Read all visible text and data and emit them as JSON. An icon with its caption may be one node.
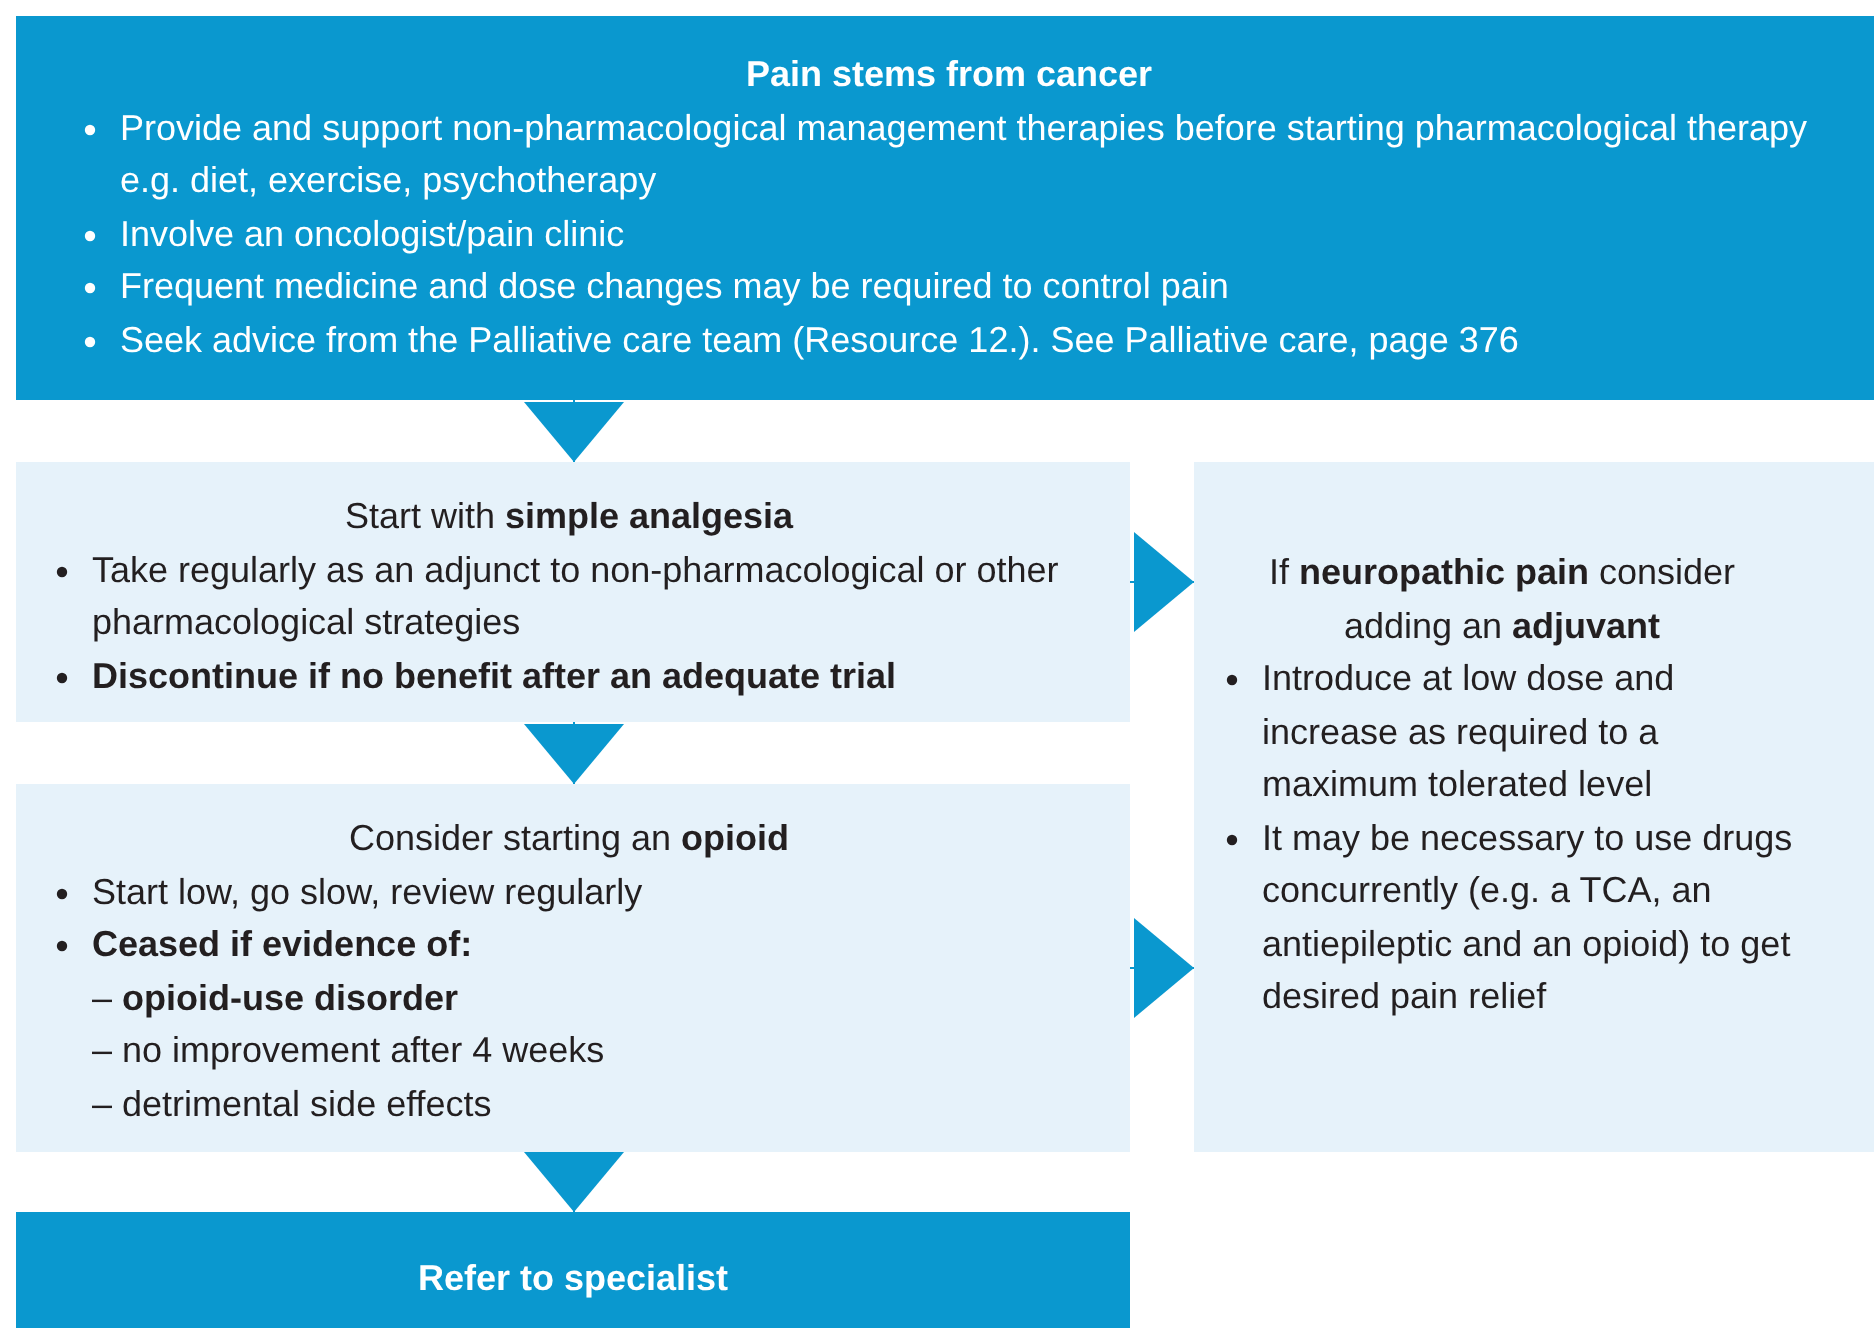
{
  "diagram": {
    "nodes": [
      {
        "text": [
          "Pain stems from cancer",
          "Provide and support non-pharmacological management therapies before starting pharmacological therapy e.g. diet, exercise, psychotherapy",
          "Involve an oncologist/pain clinic",
          "Frequent medicine and dose changes may be required to control pain",
          "Seek advice from the Palliative care team (Resource 12.). See Palliative care, page 376"
        ]
      },
      {
        "text": [
          "Start with **simple analgesia**",
          "Take regularly as an adjunct to non-pharmacological or other pharmacological strategies",
          "Discontinue if no benefit after an adequate trial"
        ]
      },
      {
        "text": [
          "Consider starting an **opioid**",
          "Start low, go slow, review regularly",
          "Ceased if evidence of:",
          "– **opioid-use disorder**",
          "– no improvement after 4 weeks",
          "– detrimental side effects"
        ]
      },
      {
        "text": [
          "If **neuropathic pain** consider adding an **adjuvant**",
          "Introduce at low dose and increase as required to a maximum tolerated level",
          "It may be necessary to use drugs concurrently (e.g. a TCA, an antiepileptic and an opioid) to get desired pain relief"
        ]
      },
      {
        "text": [
          "Refer to specialist"
        ]
      }
    ],
    "edges": [
      {
        "from": 0,
        "to": 1,
        "arrow": "to"
      },
      {
        "from": 1,
        "to": 2,
        "arrow": "to"
      },
      {
        "from": 2,
        "to": 4,
        "arrow": "to"
      },
      {
        "from": 1,
        "to": 3,
        "arrow": "to"
      },
      {
        "from": 2,
        "to": 3,
        "arrow": "to"
      }
    ]
  }
}
